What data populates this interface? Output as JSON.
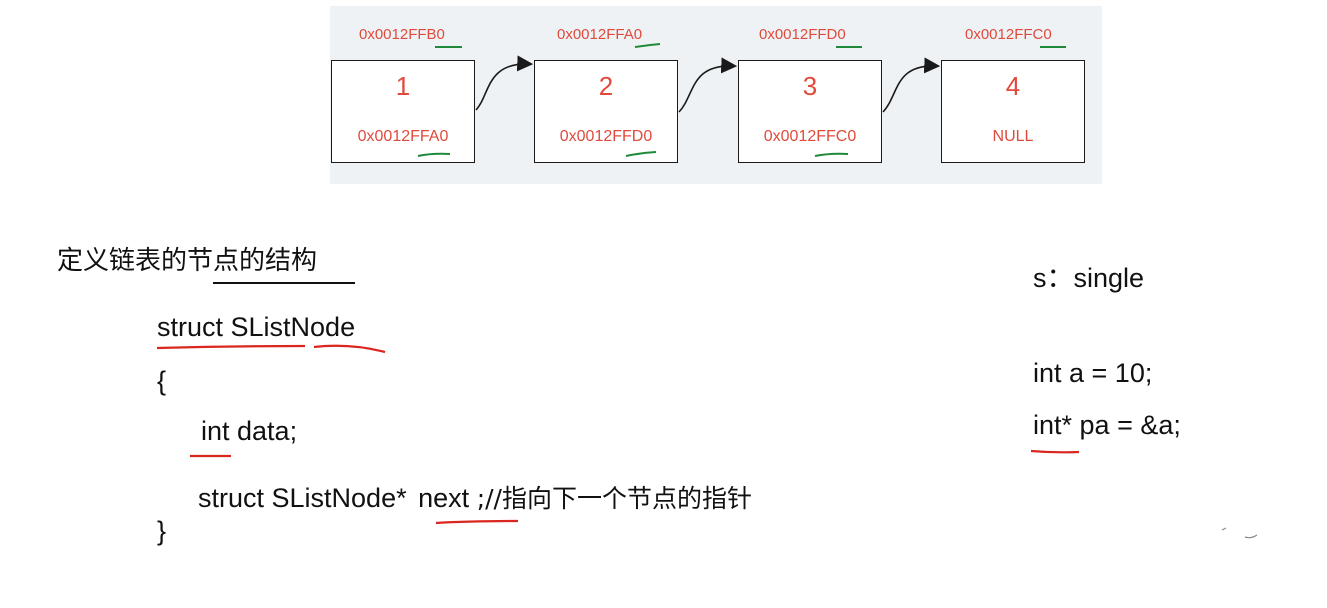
{
  "nodes": [
    {
      "value": "1",
      "address": "0x0012FFB0",
      "next": "0x0012FFA0"
    },
    {
      "value": "2",
      "address": "0x0012FFA0",
      "next": "0x0012FFD0"
    },
    {
      "value": "3",
      "address": "0x0012FFD0",
      "next": "0x0012FFC0"
    },
    {
      "value": "4",
      "address": "0x0012FFC0",
      "next": "NULL"
    }
  ],
  "heading": "定义链表的节点的结构",
  "code": {
    "line1": "struct SListNode",
    "open_brace": "{",
    "line2": "int data;",
    "line3_type": "struct SListNode",
    "line3_star": "*",
    "line3_name": "next",
    "line3_comment": ";//指向下一个节点的指针",
    "close_brace": "}"
  },
  "side_notes": {
    "s_note": "s：single",
    "int_line": "int a = 10;",
    "ptr_type": "int*",
    "ptr_rest": " pa = &a;"
  },
  "colors": {
    "address_text": "#e04a3c",
    "underline_red": "#d9271f",
    "underline_green": "#1f8a3a",
    "panel_bg": "#eef2f5"
  }
}
